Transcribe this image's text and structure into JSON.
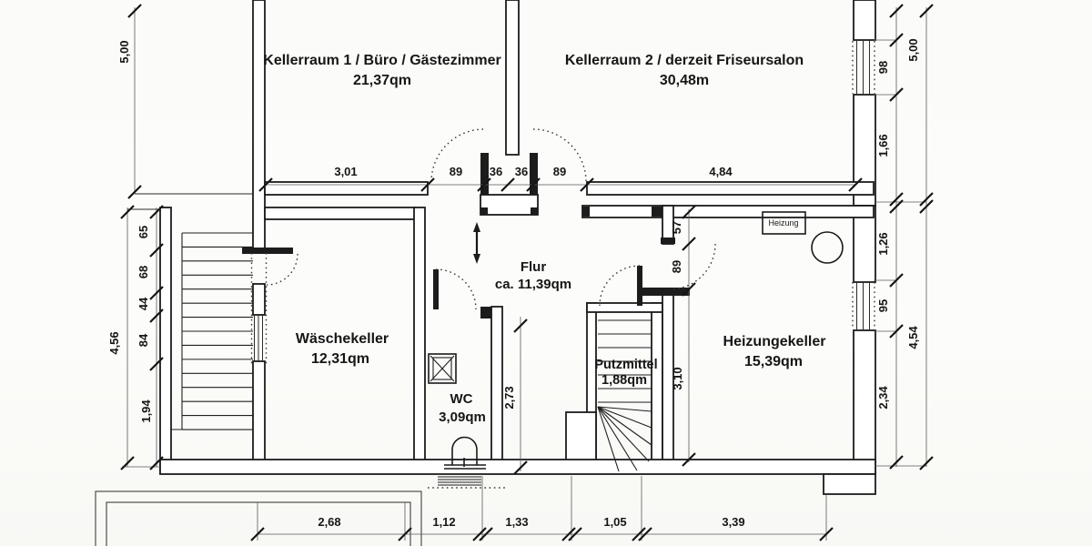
{
  "rooms": {
    "kellerraum1": {
      "line1": "Kellerraum 1 / Büro / Gästezimmer",
      "line2": "21,37qm"
    },
    "kellerraum2": {
      "line1": "Kellerraum 2 / derzeit Friseursalon",
      "line2": "30,48m"
    },
    "waeschekeller": {
      "line1": "Wäschekeller",
      "line2": "12,31qm"
    },
    "flur": {
      "line1": "Flur",
      "line2": "ca. 11,39qm"
    },
    "wc": {
      "line1": "WC",
      "line2": "3,09qm"
    },
    "putzmittel": {
      "line1": "Putzmittel",
      "line2": "1,88qm"
    },
    "heizungskeller": {
      "line1": "Heizungekeller",
      "line2": "15,39qm"
    }
  },
  "equipment": {
    "heizung_label": "Heizung"
  },
  "dims": {
    "top": {
      "d1": "3,01",
      "d2": "89",
      "d3": "36",
      "d4": "36",
      "d5": "89",
      "d6": "4,84"
    },
    "left": {
      "outer": "5,00",
      "c1": "65",
      "c2": "68",
      "c3": "44",
      "c4": "84",
      "c5": "1,94",
      "total": "4,56"
    },
    "bottom": {
      "d1": "2,68",
      "d2": "1,12",
      "d3": "1,33",
      "d4": "1,05",
      "d5": "3,39"
    },
    "right": {
      "outer_top": "5,00",
      "w1": "98",
      "d1": "1,66",
      "d2": "1,26",
      "w2": "95",
      "d3": "2,34",
      "outer_bottom": "4,54"
    },
    "inner": {
      "corridor": "2,73",
      "h1": "57",
      "h2": "89",
      "h3": "3,10"
    }
  }
}
